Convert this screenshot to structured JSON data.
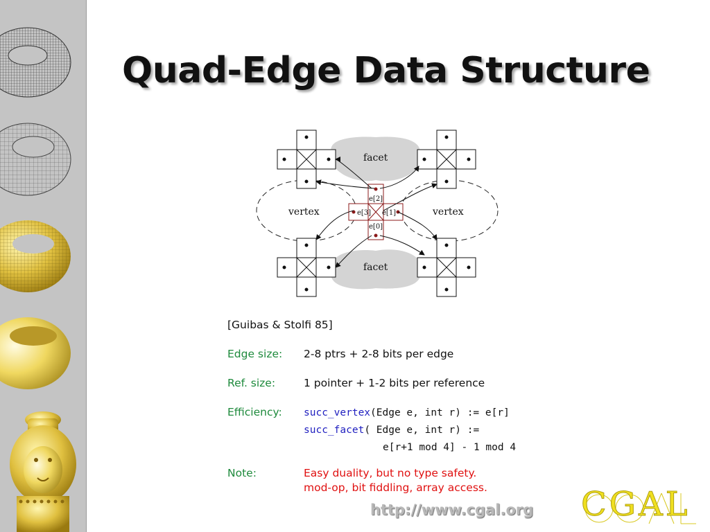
{
  "slide": {
    "title": "Quad-Edge Data Structure",
    "citation": "[Guibas & Stolfi 85]",
    "url": "http://www.cgal.org",
    "logo_text": "CGAL"
  },
  "diagram": {
    "facet_top": "facet",
    "facet_bottom": "facet",
    "vertex_left": "vertex",
    "vertex_right": "vertex",
    "edges": [
      "e[0]",
      "e[1]",
      "e[2]",
      "e[3]"
    ]
  },
  "details": {
    "edge_size": {
      "label": "Edge size:",
      "value": "2-8 ptrs + 2-8 bits per edge"
    },
    "ref_size": {
      "label": "Ref. size:",
      "value": "1 pointer + 1-2 bits per reference"
    },
    "efficiency": {
      "label": "Efficiency:",
      "line1_fn": "succ_vertex",
      "line1_rest": "(Edge e, int r) := e[r]",
      "line2_fn": "succ_facet",
      "line2_rest": "( Edge e, int r) :=",
      "line3": "e[r+1 mod 4] - 1 mod 4"
    },
    "note": {
      "label": "Note:",
      "line1": "Easy duality, but no type safety.",
      "line2": "mod-op, bit fiddling, array access."
    }
  },
  "colors": {
    "label_green": "#1e8a3c",
    "note_red": "#e01010",
    "code_blue": "#2020c0",
    "sidebar_gray": "#c4c4c4",
    "highlight_red": "#8b1a1a",
    "logo_yellow": "#f0e020"
  }
}
